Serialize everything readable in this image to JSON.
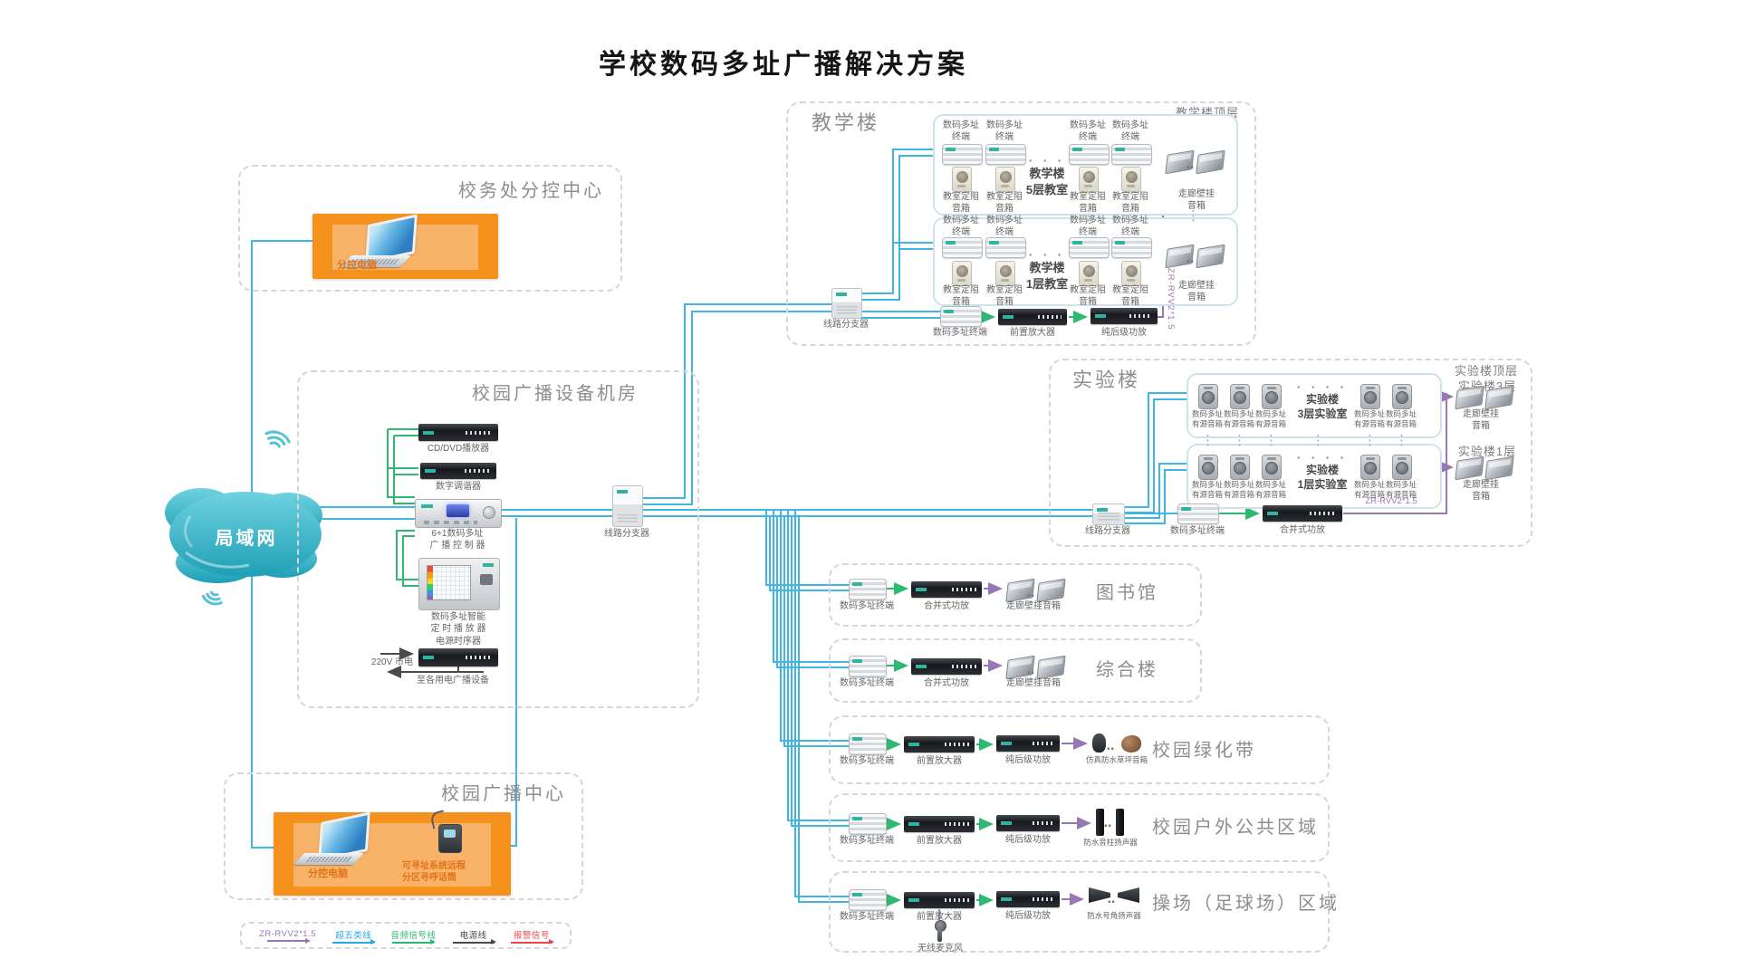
{
  "title": "学校数码多址广播解决方案",
  "colors": {
    "cat5_blue": "#3fb6e3",
    "audio_green": "#2eb872",
    "zr_purple": "#9678b6",
    "power_black": "#4a4a4a",
    "alarm_red": "#e8474b",
    "orange": "#f5921e",
    "cloud_teal": "#2fa8bb"
  },
  "lan": {
    "label": "局域网"
  },
  "admin": {
    "title": "校务处分控中心",
    "pc_label": "分控电脑"
  },
  "equipment_room": {
    "title": "校园广播设备机房",
    "cd_player": "CD/DVD播放器",
    "tuner": "数字调谐器",
    "controller": "6+1数码多址\n广 播 控 制 器",
    "scheduler": "数码多址智能\n定 时 播 放 器",
    "sequencer": "电源时序器",
    "mains": "220V 市电",
    "to_devices": "至各用电广播设备"
  },
  "broadcast_center": {
    "title": "校园广播中心",
    "pc_label": "分控电脑",
    "mic_label": "可寻址系统远程\n分区寻呼话筒"
  },
  "shared": {
    "terminal2": "数码多址\n终端",
    "terminal1": "数码多址终端",
    "splitter": "线路分支器",
    "preamp": "前置放大器",
    "poweramp": "纯后级功放",
    "combamp": "合并式功放",
    "classroom_speaker": "教室定阻\n音箱",
    "corridor2": "走廊壁挂\n音箱",
    "corridor1": "走廊壁挂音箱",
    "active_speaker": "数码多址\n有源音箱",
    "cable": "ZR-RVV2*1.5",
    "dots_h": "· · · ·",
    "dots_v": "⋮",
    "dots_pair": "‥"
  },
  "teaching": {
    "title": "教学楼",
    "roof": "教学楼顶层",
    "f5": "教学楼5层",
    "f1": "教学楼1层",
    "room5": "教学楼\n5层教室",
    "room1": "教学楼\n1层教室"
  },
  "lab": {
    "title": "实验楼",
    "roof": "实验楼顶层",
    "f3": "实验楼3层",
    "f1": "实验楼1层",
    "room3": "实验楼\n3层实验室",
    "room1": "实验楼\n1层实验室"
  },
  "zones": {
    "library": "图书馆",
    "complex": "综合楼",
    "green": "校园绿化带",
    "outdoor": "校园户外公共区域",
    "playground": "操场（足球场）区域",
    "lawn_speaker": "仿真防水草坪音箱",
    "column_speaker": "防水音柱扬声器",
    "horn_speaker": "防水号角扬声器",
    "wireless_mic": "无线麦克风"
  },
  "legend": {
    "items": [
      {
        "label": "ZR-RVV2*1.5",
        "color": "#9678b6"
      },
      {
        "label": "超五类线",
        "color": "#2da9e1"
      },
      {
        "label": "音频信号线",
        "color": "#2eb872"
      },
      {
        "label": "电源线",
        "color": "#4a4a4a"
      },
      {
        "label": "报警信号",
        "color": "#e8474b"
      }
    ]
  }
}
